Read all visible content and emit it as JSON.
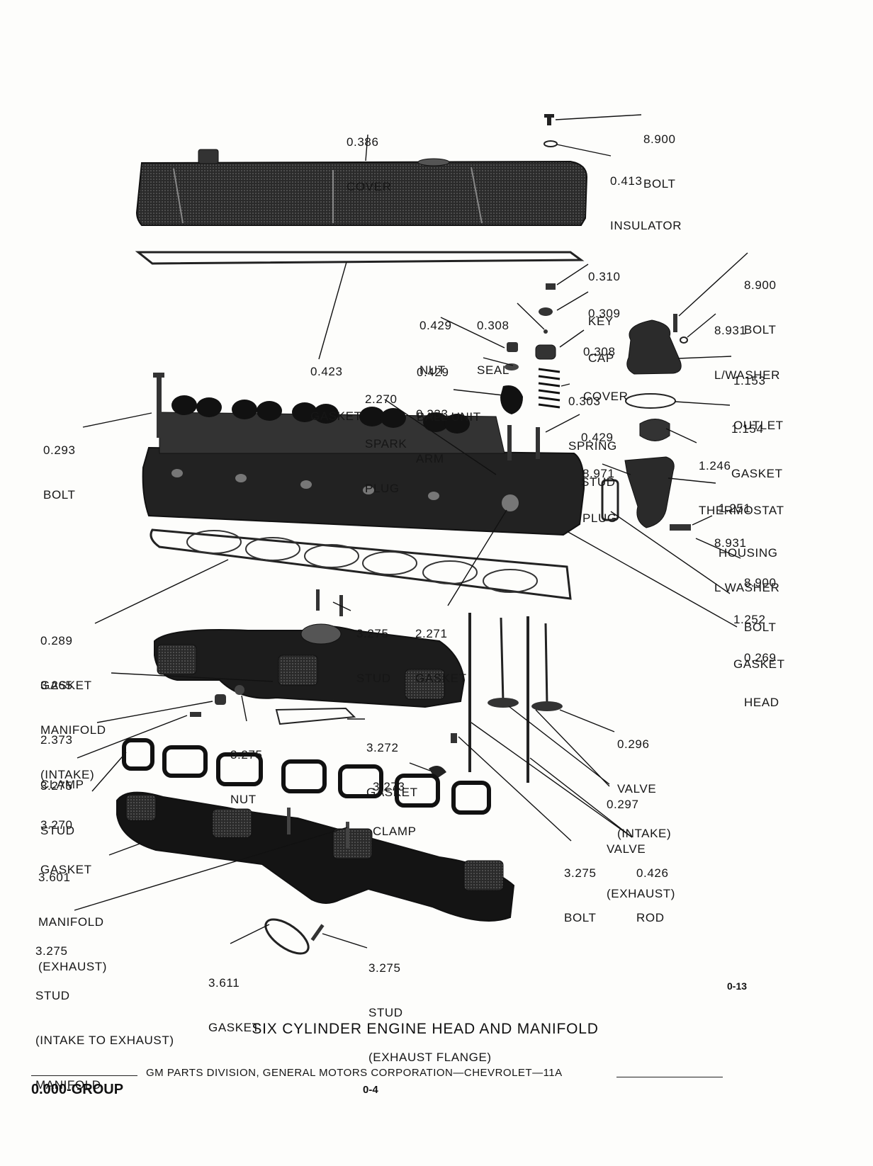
{
  "parts": [
    {
      "id": "cover",
      "lines": [
        "0.386",
        "COVER"
      ]
    },
    {
      "id": "bolt-top",
      "lines": [
        "8.900",
        "BOLT"
      ]
    },
    {
      "id": "insulator",
      "lines": [
        "0.413",
        "INSULATOR"
      ]
    },
    {
      "id": "key",
      "lines": [
        "0.310",
        "KEY"
      ]
    },
    {
      "id": "bolt-outlet",
      "lines": [
        "8.900",
        "BOLT"
      ]
    },
    {
      "id": "cap",
      "lines": [
        "0.309",
        "CAP"
      ]
    },
    {
      "id": "nut",
      "lines": [
        "0.429",
        "NUT"
      ]
    },
    {
      "id": "seal",
      "lines": [
        "0.308",
        "SEAL"
      ]
    },
    {
      "id": "lwasher-outlet",
      "lines": [
        "8.931",
        "L/WASHER"
      ]
    },
    {
      "id": "valve-cover",
      "lines": [
        "0.308",
        "COVER"
      ]
    },
    {
      "id": "gasket-cover",
      "lines": [
        "0.423",
        "GASKET"
      ]
    },
    {
      "id": "ball-unit",
      "lines": [
        "0.429",
        "BALL UNIT"
      ]
    },
    {
      "id": "outlet",
      "lines": [
        "1.153",
        "OUTLET"
      ]
    },
    {
      "id": "spark-plug",
      "lines": [
        "2.270",
        "SPARK",
        "PLUG"
      ]
    },
    {
      "id": "arm",
      "lines": [
        "0.333",
        "ARM"
      ]
    },
    {
      "id": "spring",
      "lines": [
        "0.303",
        "SPRING"
      ]
    },
    {
      "id": "gasket-outlet",
      "lines": [
        "1.154",
        "GASKET"
      ]
    },
    {
      "id": "stud-rocker",
      "lines": [
        "0.429",
        "STUD"
      ]
    },
    {
      "id": "bolt-head",
      "lines": [
        "0.293",
        "BOLT"
      ]
    },
    {
      "id": "thermostat",
      "lines": [
        "1.246",
        "THERMOSTAT"
      ]
    },
    {
      "id": "plug",
      "lines": [
        "8.971",
        "PLUG"
      ]
    },
    {
      "id": "housing",
      "lines": [
        "1.251",
        "HOUSING"
      ]
    },
    {
      "id": "lwasher-housing",
      "lines": [
        "8.931",
        "L WASHER"
      ]
    },
    {
      "id": "bolt-housing",
      "lines": [
        "8.900",
        "BOLT"
      ]
    },
    {
      "id": "gasket-housing",
      "lines": [
        "1.252",
        "GASKET"
      ]
    },
    {
      "id": "stud-intake",
      "lines": [
        "3.275",
        "STUD"
      ]
    },
    {
      "id": "gasket-plug",
      "lines": [
        "2.271",
        "GASKET"
      ]
    },
    {
      "id": "gasket-head",
      "lines": [
        "0.289",
        "GASKET"
      ]
    },
    {
      "id": "head",
      "lines": [
        "0.269",
        "HEAD"
      ]
    },
    {
      "id": "manifold-intake",
      "lines": [
        "3.265",
        "MANIFOLD",
        "(INTAKE)"
      ]
    },
    {
      "id": "clamp",
      "lines": [
        "2.373",
        "CLAMP"
      ]
    },
    {
      "id": "nut-manifold",
      "lines": [
        "3.275",
        "NUT"
      ]
    },
    {
      "id": "gasket-plate",
      "lines": [
        "3.272",
        "GASKET"
      ]
    },
    {
      "id": "valve-intake",
      "lines": [
        "0.296",
        "VALVE",
        "(INTAKE)"
      ]
    },
    {
      "id": "stud-clamp",
      "lines": [
        "3.275",
        "STUD"
      ]
    },
    {
      "id": "clamp-manifold",
      "lines": [
        "3.273",
        "CLAMP"
      ]
    },
    {
      "id": "gasket-manifold",
      "lines": [
        "3.270",
        "GASKET"
      ]
    },
    {
      "id": "valve-exhaust",
      "lines": [
        "0.297",
        "VALVE",
        "(EXHAUST)"
      ]
    },
    {
      "id": "manifold-exhaust",
      "lines": [
        "3.601",
        "MANIFOLD",
        "(EXHAUST)"
      ]
    },
    {
      "id": "bolt-manifold",
      "lines": [
        "3.275",
        "BOLT"
      ]
    },
    {
      "id": "rod",
      "lines": [
        "0.426",
        "ROD"
      ]
    },
    {
      "id": "stud-intake-exhaust",
      "lines": [
        "3.275",
        "STUD",
        "(INTAKE TO EXHAUST)",
        "MANIFOLD"
      ]
    },
    {
      "id": "gasket-flange",
      "lines": [
        "3.611",
        "GASKET"
      ]
    },
    {
      "id": "stud-flange",
      "lines": [
        "3.275",
        "STUD",
        "(EXHAUST FLANGE)"
      ]
    }
  ],
  "figure_number": "0-13",
  "title": "SIX CYLINDER ENGINE HEAD AND MANIFOLD",
  "footer": {
    "publisher": "GM PARTS DIVISION, GENERAL MOTORS CORPORATION—CHEVROLET—11A",
    "group": "0.000-GROUP",
    "page": "0-4"
  }
}
